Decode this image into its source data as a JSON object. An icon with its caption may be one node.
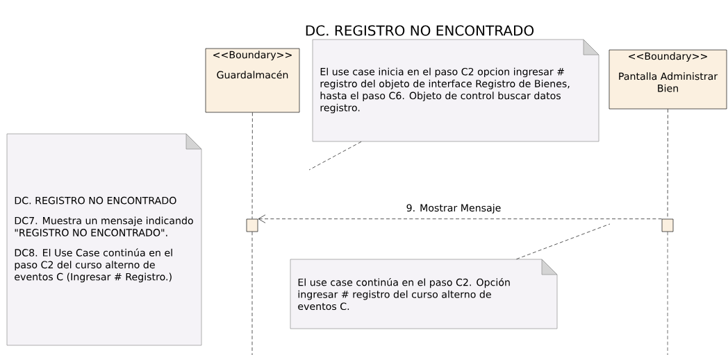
{
  "diagram": {
    "title": "DC. REGISTRO NO ENCONTRADO",
    "nodes": [
      {
        "text": [
          "<<Boundary>>",
          "Guardalmacén"
        ]
      },
      {
        "text": [
          "El use case inicia en el paso C2 opcion ingresar # registro del objeto de interface Registro de Bienes, hasta el paso C6. Objeto de control buscar datos registro."
        ]
      },
      {
        "text": [
          "<<Boundary>>",
          "Pantalla Administrar Bien"
        ]
      },
      {
        "text": [
          "DC. REGISTRO NO ENCONTRADO",
          "DC7. Muestra un mensaje indicando \"REGISTRO NO ENCONTRADO\".",
          "DC8. El Use Case continúa en el paso C2 del curso alterno de eventos C (Ingresar # Registro.)"
        ]
      },
      {
        "text": [],
        "shape": "box"
      },
      {
        "text": [],
        "shape": "box"
      },
      {
        "text": [
          "El use case continúa en el paso C2. Opción ingresar # registro del curso alterno de eventos C."
        ]
      }
    ],
    "edges": [
      {
        "from": 0,
        "to": 4,
        "arrow": "none",
        "style": "dashed"
      },
      {
        "from": 4,
        "to": null,
        "arrow": "none",
        "style": "dashed"
      },
      {
        "from": 2,
        "to": 5,
        "arrow": "none",
        "style": "dashed"
      },
      {
        "from": 5,
        "to": null,
        "arrow": "none",
        "style": "dashed"
      },
      {
        "from": 5,
        "to": 4,
        "arrow": "to",
        "style": "dashed",
        "label": "9. Mostrar Mensaje"
      },
      {
        "from": 1,
        "to": null,
        "arrow": "none",
        "style": "dashed"
      },
      {
        "from": 6,
        "to": null,
        "arrow": "none",
        "style": "dashed"
      }
    ]
  }
}
